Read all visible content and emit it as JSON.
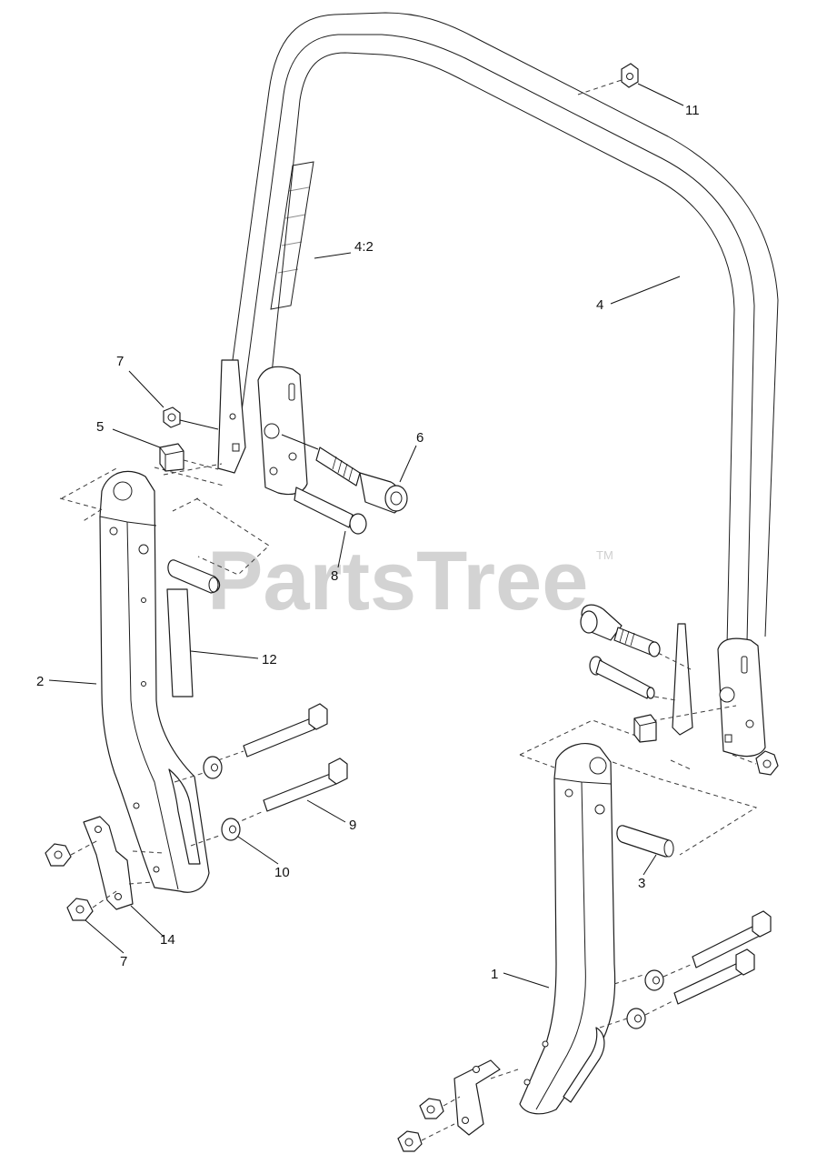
{
  "watermark": {
    "text": "PartsTree",
    "trademark": "TM"
  },
  "callouts": {
    "c1": "1",
    "c2": "2",
    "c3": "3",
    "c4": "4",
    "c4_2": "4:2",
    "c5": "5",
    "c6": "6",
    "c7_top": "7",
    "c7_bottom": "7",
    "c8": "8",
    "c9": "9",
    "c10": "10",
    "c11": "11",
    "c12": "12",
    "c14": "14"
  }
}
